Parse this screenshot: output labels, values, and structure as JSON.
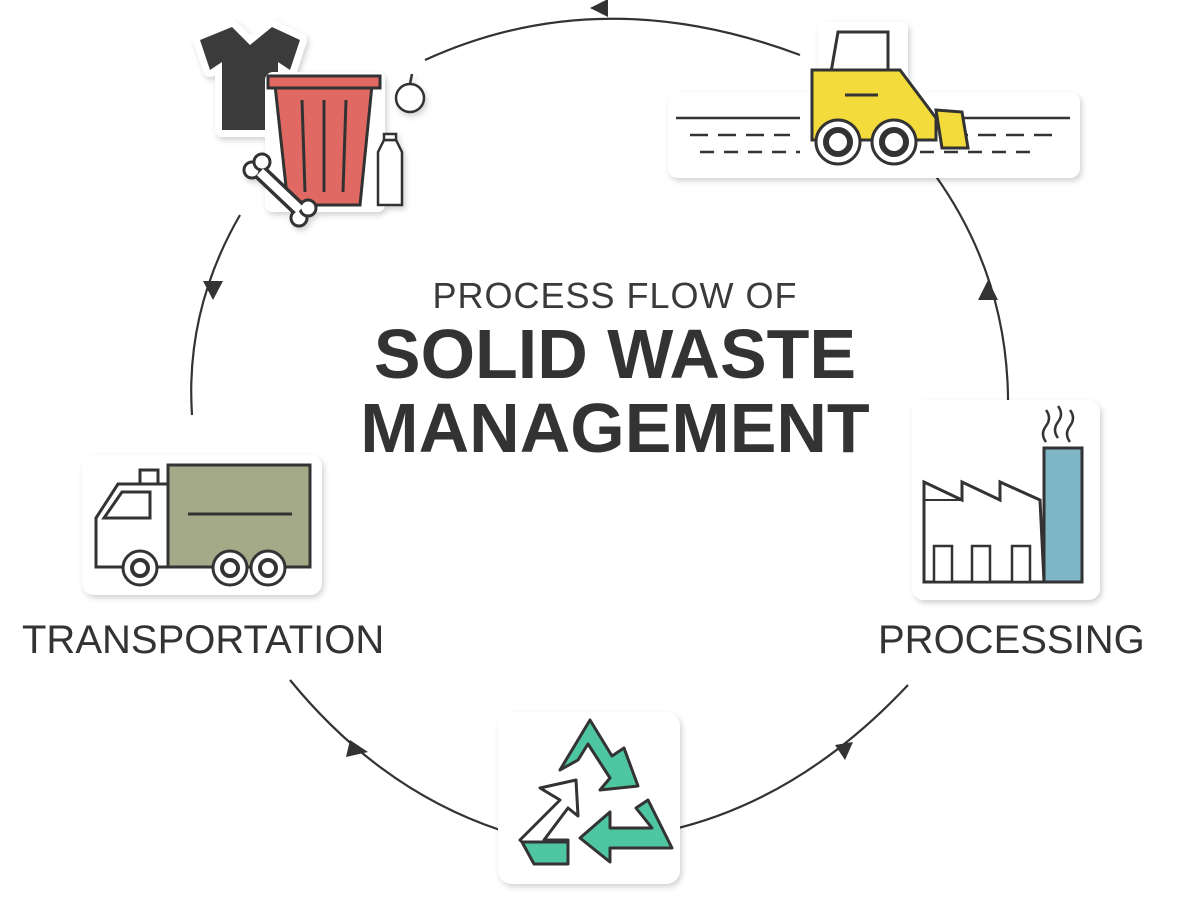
{
  "title": {
    "subtitle": "PROCESS FLOW OF",
    "line1": "SOLID WASTE",
    "line2": "MANAGEMENT"
  },
  "stages": {
    "generation": {
      "icon": "waste-bin-icon"
    },
    "landfill": {
      "icon": "bulldozer-icon"
    },
    "processing": {
      "label": "PROCESSING",
      "icon": "factory-icon"
    },
    "recycling": {
      "icon": "recycle-icon"
    },
    "transportation": {
      "label": "TRANSPORTATION",
      "icon": "garbage-truck-icon"
    }
  },
  "colors": {
    "text": "#333333",
    "line": "#333333",
    "bin_red": "#e06a63",
    "bulldozer_yellow": "#f2db3a",
    "factory_blue": "#7fb6c6",
    "truck_green": "#a4aa88",
    "recycle_green": "#4fc6a2"
  }
}
